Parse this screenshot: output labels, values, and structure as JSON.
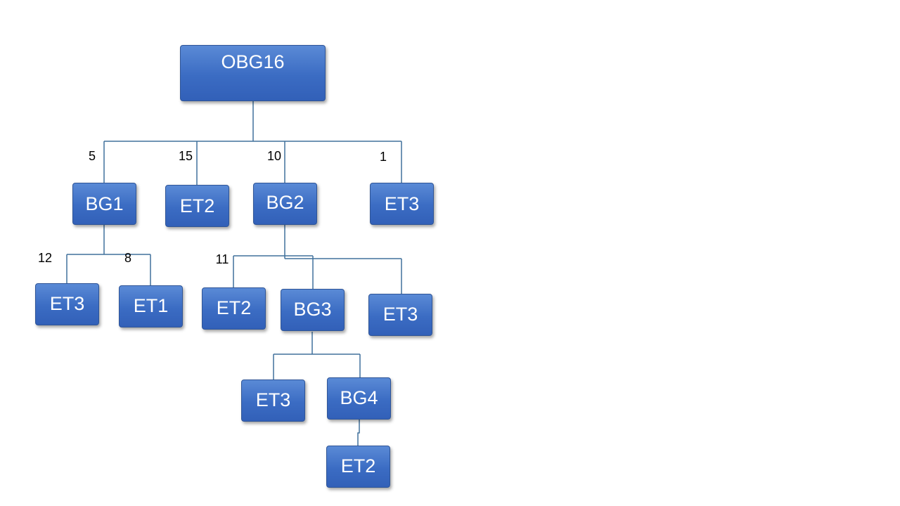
{
  "diagram": {
    "nodes": {
      "obg16": "OBG16",
      "bg1": "BG1",
      "et2_a": "ET2",
      "bg2": "BG2",
      "et3_a": "ET3",
      "et3_b": "ET3",
      "et1": "ET1",
      "et2_b": "ET2",
      "bg3": "BG3",
      "et3_c": "ET3",
      "et3_d": "ET3",
      "bg4": "BG4",
      "et2_c": "ET2"
    },
    "edge_labels": {
      "obg16_bg1": "5",
      "obg16_et2": "15",
      "obg16_bg2": "10",
      "obg16_et3": "1",
      "bg1_et3": "12",
      "bg1_et1": "8",
      "bg2_et2": "11"
    },
    "colors": {
      "node_fill": "#4472c4",
      "node_border": "#2f5597",
      "connector": "#41719c",
      "node_text": "#ffffff"
    }
  }
}
